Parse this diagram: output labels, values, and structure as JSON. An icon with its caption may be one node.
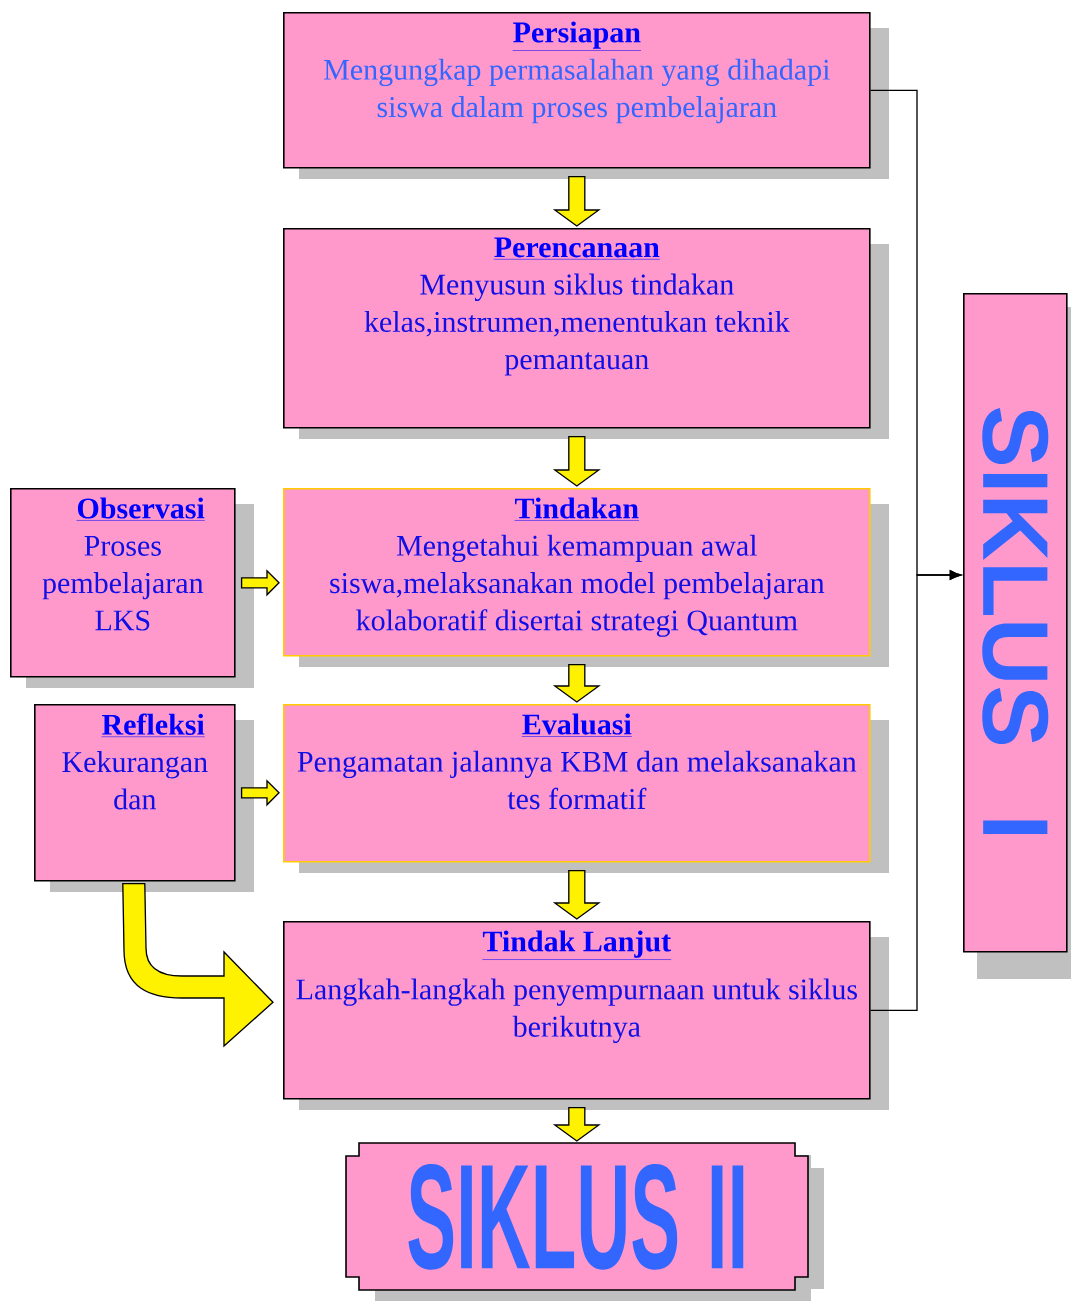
{
  "diagram": {
    "nodes": [
      {
        "text": [
          "Persiapan",
          "Mengungkap permasalahan yang dihadapi siswa dalam proses pembelajaran"
        ]
      },
      {
        "text": [
          "Perencanaan",
          "Menyusun siklus tindakan kelas,instrumen,menentukan teknik pemantauan"
        ]
      },
      {
        "text": [
          "Tindakan",
          "Mengetahui kemampuan awal siswa,melaksanakan model pembelajaran kolaboratif disertai strategi Quantum"
        ]
      },
      {
        "text": [
          "Evaluasi",
          "Pengamatan jalannya KBM dan melaksanakan tes formatif"
        ]
      },
      {
        "text": [
          "Tindak Lanjut",
          "Langkah-langkah penyempurnaan untuk siklus berikutnya"
        ]
      },
      {
        "text": [
          "SIKLUS II"
        ]
      },
      {
        "text": [
          "Observasi",
          "Proses pembelajaran LKS"
        ]
      },
      {
        "text": [
          "Refleksi",
          "Kekurangan dan"
        ]
      },
      {
        "text": [
          "SIKLUS I"
        ]
      }
    ],
    "edges": [
      {
        "from": 0,
        "to": 1,
        "arrow": "to"
      },
      {
        "from": 1,
        "to": 2,
        "arrow": "to"
      },
      {
        "from": 2,
        "to": 3,
        "arrow": "to"
      },
      {
        "from": 3,
        "to": 4,
        "arrow": "to"
      },
      {
        "from": 4,
        "to": 5,
        "arrow": "to"
      },
      {
        "from": 6,
        "to": 2,
        "arrow": "to"
      },
      {
        "from": 7,
        "to": 3,
        "arrow": "to"
      },
      {
        "from": 7,
        "to": 4,
        "arrow": "to"
      },
      {
        "from": 0,
        "to": 8,
        "arrow": "to",
        "color": "#000000"
      },
      {
        "from": 4,
        "to": 8,
        "arrow": "to",
        "color": "#000000"
      }
    ]
  }
}
